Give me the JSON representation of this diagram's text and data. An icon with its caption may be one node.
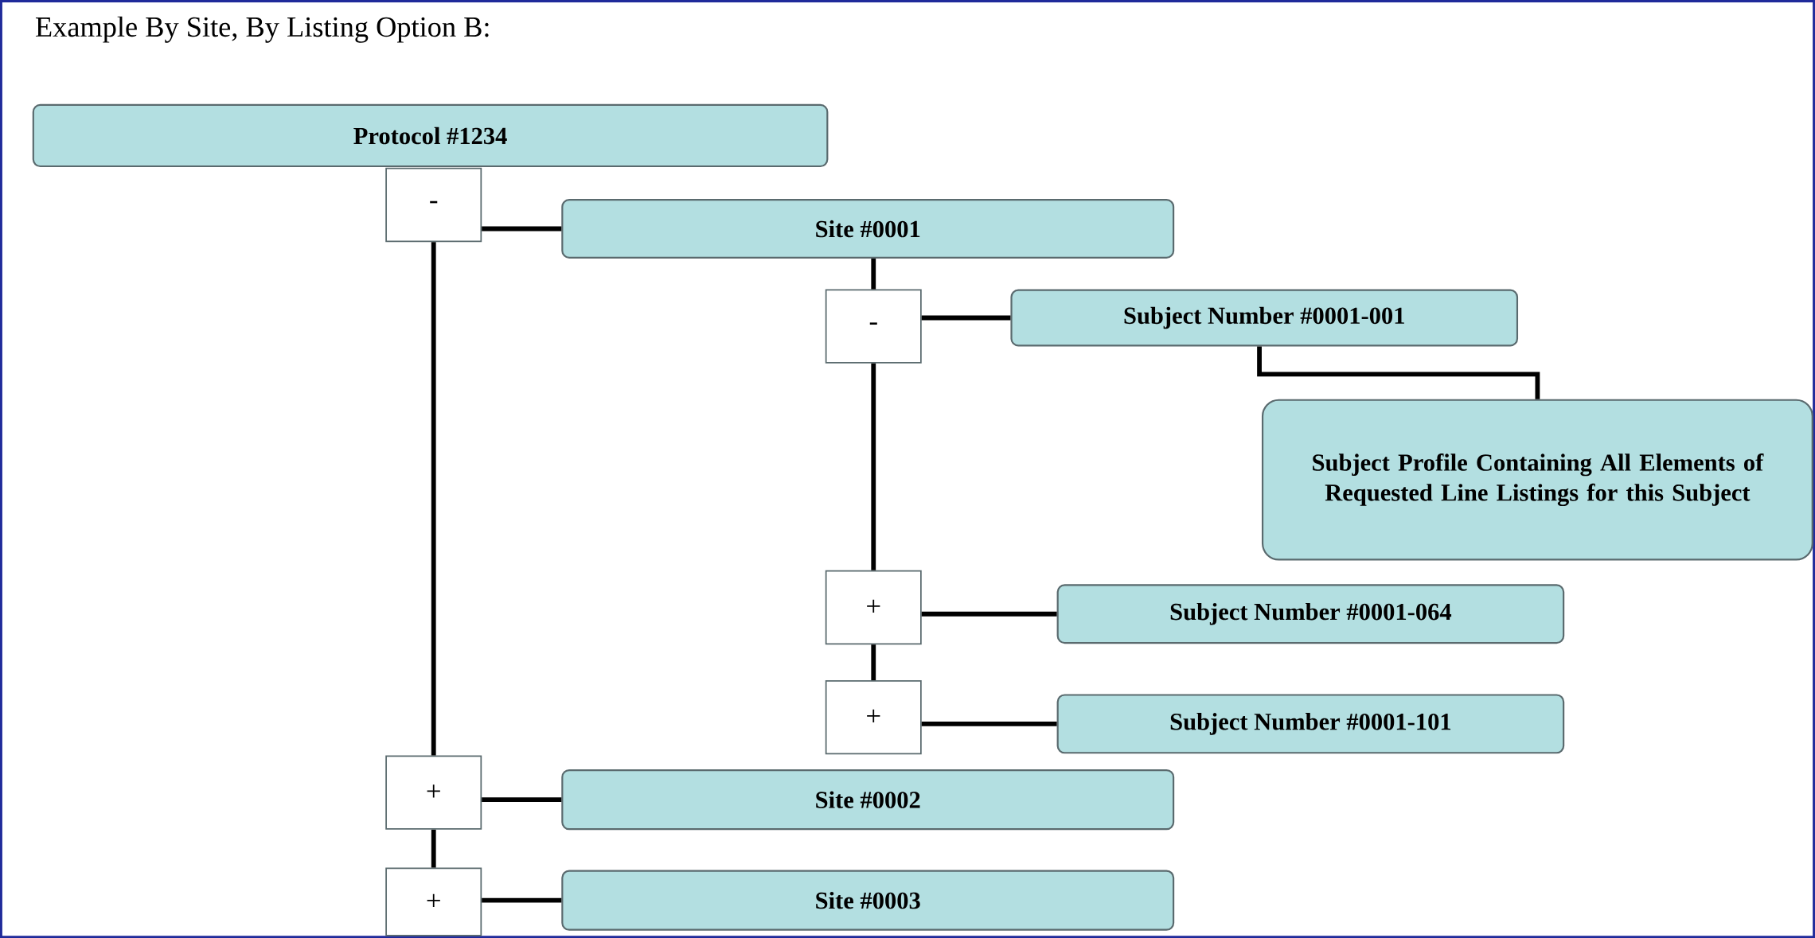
{
  "diagram": {
    "title": "Example By Site, By Listing Option B:",
    "nodes": [
      {
        "text": [
          "Protocol #1234"
        ]
      },
      {
        "text": [
          "-"
        ]
      },
      {
        "text": [
          "Site #0001"
        ]
      },
      {
        "text": [
          "-"
        ]
      },
      {
        "text": [
          "Subject Number #0001-001"
        ]
      },
      {
        "text": [
          "Subject Profile Containing All Elements of Requested Line Listings for this Subject"
        ]
      },
      {
        "text": [
          "+"
        ]
      },
      {
        "text": [
          "Subject Number #0001-064"
        ]
      },
      {
        "text": [
          "+"
        ]
      },
      {
        "text": [
          "Subject Number #0001-101"
        ]
      },
      {
        "text": [
          "+"
        ]
      },
      {
        "text": [
          "Site #0002"
        ]
      },
      {
        "text": [
          "+"
        ]
      },
      {
        "text": [
          "Site #0003"
        ]
      }
    ],
    "edges": [
      {
        "from": 1,
        "to": 2,
        "arrow": "none"
      },
      {
        "from": 2,
        "to": 3,
        "arrow": "none"
      },
      {
        "from": 3,
        "to": 4,
        "arrow": "none"
      },
      {
        "from": 4,
        "to": 5,
        "arrow": "none"
      },
      {
        "from": 3,
        "to": 6,
        "arrow": "none"
      },
      {
        "from": 6,
        "to": 7,
        "arrow": "none"
      },
      {
        "from": 6,
        "to": 8,
        "arrow": "none"
      },
      {
        "from": 8,
        "to": 9,
        "arrow": "none"
      },
      {
        "from": 1,
        "to": 10,
        "arrow": "none"
      },
      {
        "from": 10,
        "to": 11,
        "arrow": "none"
      },
      {
        "from": 10,
        "to": 12,
        "arrow": "none"
      },
      {
        "from": 12,
        "to": 13,
        "arrow": "none"
      }
    ]
  }
}
